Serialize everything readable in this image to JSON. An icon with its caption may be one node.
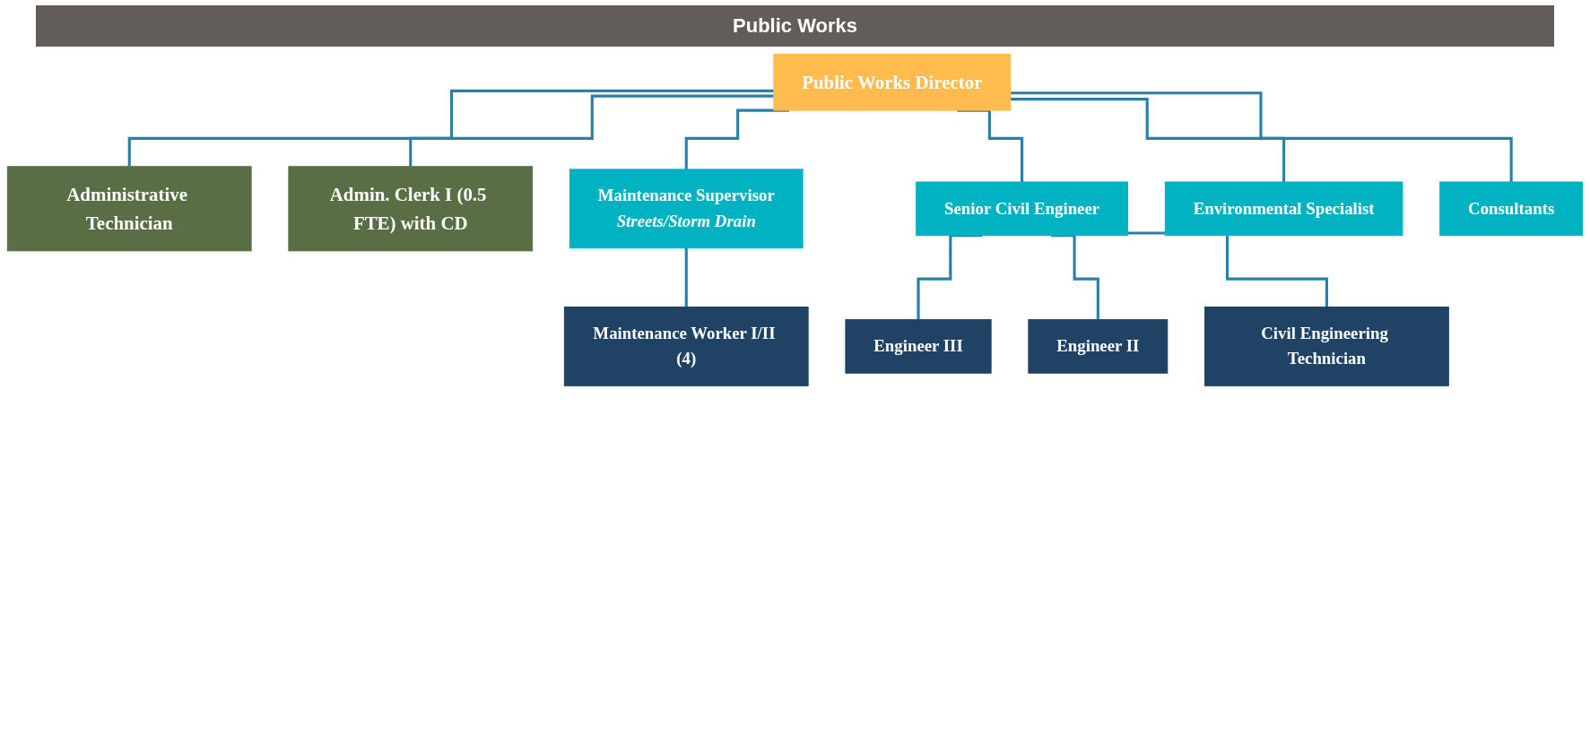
{
  "diagram": {
    "title": "Public Works",
    "nodes": [
      {
        "text": [
          "Public Works Director"
        ]
      },
      {
        "text": [
          "Administrative Technician"
        ]
      },
      {
        "text": [
          "Admin. Clerk I (0.5 FTE) with CD"
        ]
      },
      {
        "text": [
          "Maintenance Supervisor",
          "Streets/Storm Drain"
        ]
      },
      {
        "text": [
          "Senior Civil Engineer"
        ]
      },
      {
        "text": [
          "Environmental Specialist"
        ]
      },
      {
        "text": [
          "Consultants"
        ]
      },
      {
        "text": [
          "Maintenance Worker I/II (4)"
        ]
      },
      {
        "text": [
          "Engineer III"
        ]
      },
      {
        "text": [
          "Engineer II"
        ]
      },
      {
        "text": [
          "Civil Engineering Technician"
        ]
      }
    ],
    "edges": [
      {
        "from": 0,
        "to": 1,
        "arrow": "none"
      },
      {
        "from": 0,
        "to": 2,
        "arrow": "none"
      },
      {
        "from": 0,
        "to": 3,
        "arrow": "none"
      },
      {
        "from": 0,
        "to": 4,
        "arrow": "none"
      },
      {
        "from": 0,
        "to": 5,
        "arrow": "none"
      },
      {
        "from": 0,
        "to": 6,
        "arrow": "none"
      },
      {
        "from": 3,
        "to": 7,
        "arrow": "none"
      },
      {
        "from": 4,
        "to": 8,
        "arrow": "none"
      },
      {
        "from": 4,
        "to": 9,
        "arrow": "none"
      },
      {
        "from": 4,
        "to": 10,
        "arrow": "none"
      }
    ]
  }
}
